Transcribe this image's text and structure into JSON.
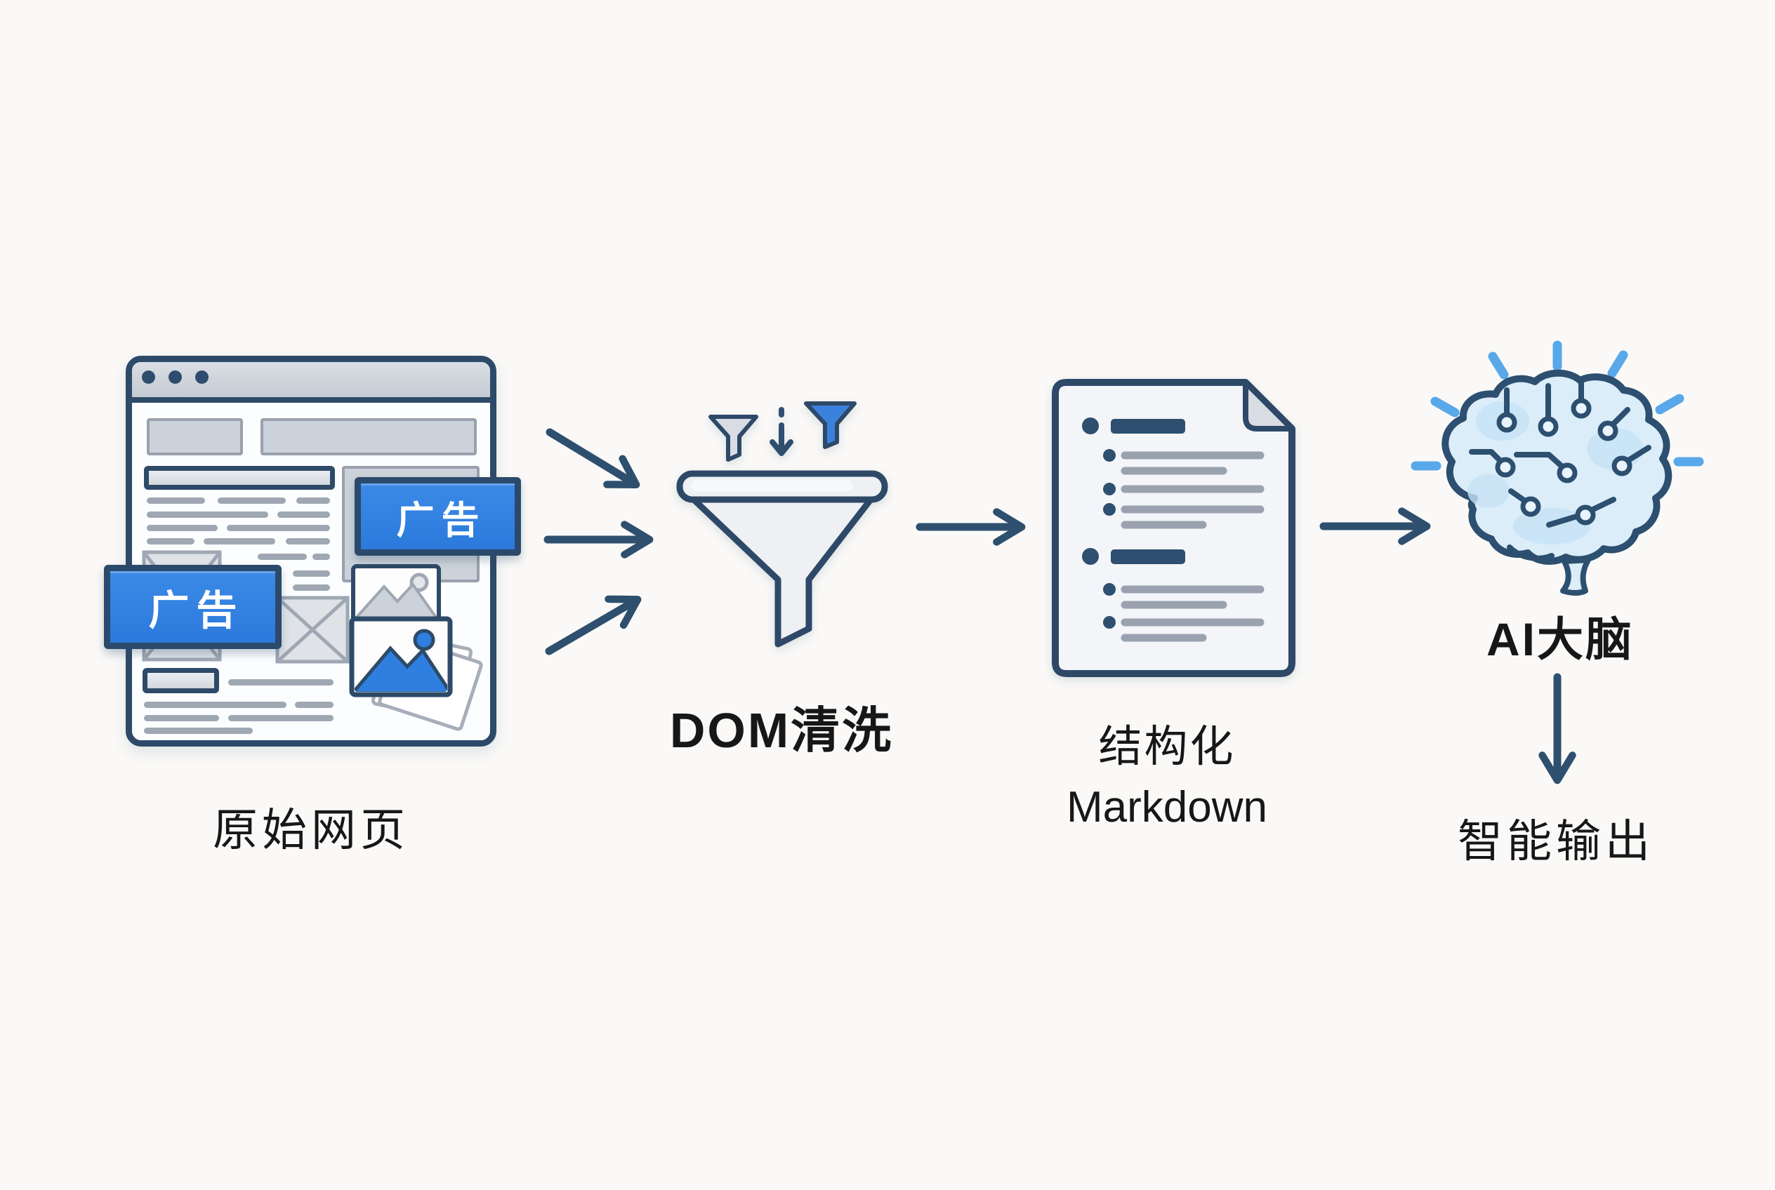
{
  "flow": {
    "nodes": {
      "source": {
        "label": "原始网页",
        "icon": "browser-window-icon"
      },
      "clean": {
        "label": "DOM清洗",
        "icon": "funnel-icon"
      },
      "markdown": {
        "label_line1": "结构化",
        "label_line2": "Markdown",
        "icon": "markdown-document-icon"
      },
      "brain": {
        "label": "AI大脑",
        "icon": "ai-brain-icon"
      },
      "output": {
        "label": "智能输出"
      }
    },
    "ads": {
      "left": "广告",
      "right": "广告"
    }
  },
  "colors": {
    "background": "#faf9f7",
    "outline_navy": "#2d4a68",
    "arrow_navy": "#2e506e",
    "ad_blue": "#2f7fe0",
    "funnel_blue": "#3b82dd",
    "brain_fill": "#dbedf9",
    "brain_ray_blue": "#58a8ea",
    "wireframe_gray": "#9fa7b3",
    "doc_line_gray": "#9aa2b0"
  }
}
